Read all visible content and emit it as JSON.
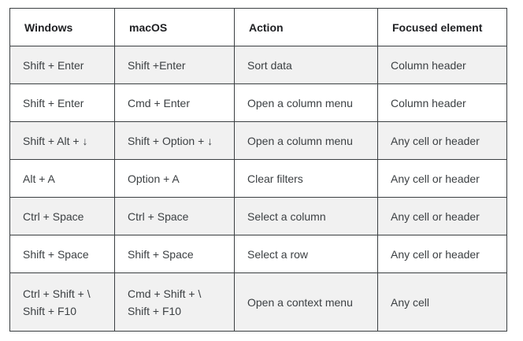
{
  "table": {
    "headers": [
      "Windows",
      "macOS",
      "Action",
      "Focused element"
    ],
    "rows": [
      [
        "Shift + Enter",
        "Shift +Enter",
        "Sort data",
        "Column header"
      ],
      [
        "Shift + Enter",
        "Cmd + Enter",
        "Open a column menu",
        "Column header"
      ],
      [
        "Shift + Alt + ↓",
        "Shift + Option + ↓",
        "Open a column menu",
        "Any cell or header"
      ],
      [
        "Alt + A",
        "Option + A",
        "Clear filters",
        "Any cell or header"
      ],
      [
        "Ctrl + Space",
        "Ctrl + Space",
        "Select a column",
        "Any cell or header"
      ],
      [
        "Shift + Space",
        "Shift + Space",
        "Select a row",
        "Any cell or header"
      ],
      [
        "Ctrl + Shift + \\\nShift + F10",
        "Cmd + Shift + \\\nShift + F10",
        "Open a context menu",
        "Any cell"
      ]
    ],
    "colors": {
      "border": "#3b3f42",
      "stripe_row_background": "#f1f1f1",
      "header_text": "#202124",
      "cell_text": "#3c4043"
    }
  }
}
